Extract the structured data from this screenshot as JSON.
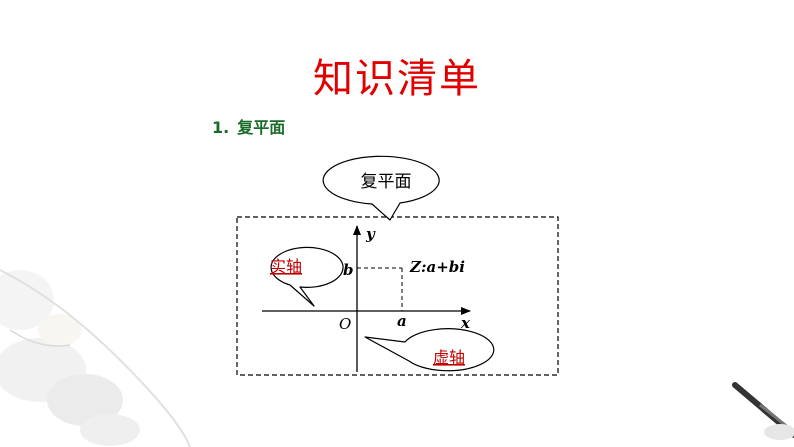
{
  "slide": {
    "title": "知识清单",
    "section_number": "1.",
    "section_title": "复平面"
  },
  "diagram": {
    "top_callout": "复平面",
    "real_axis_callout": "实轴",
    "imag_axis_callout": "虚轴",
    "origin_label": "O",
    "x_axis_label": "x",
    "y_axis_label": "y",
    "point_x_label": "a",
    "point_y_label": "b",
    "point_label": "Z:a+bi"
  },
  "colors": {
    "title": "#e00000",
    "heading": "#1a6b2a",
    "callout_text_red": "#c00000",
    "line": "#000000"
  }
}
